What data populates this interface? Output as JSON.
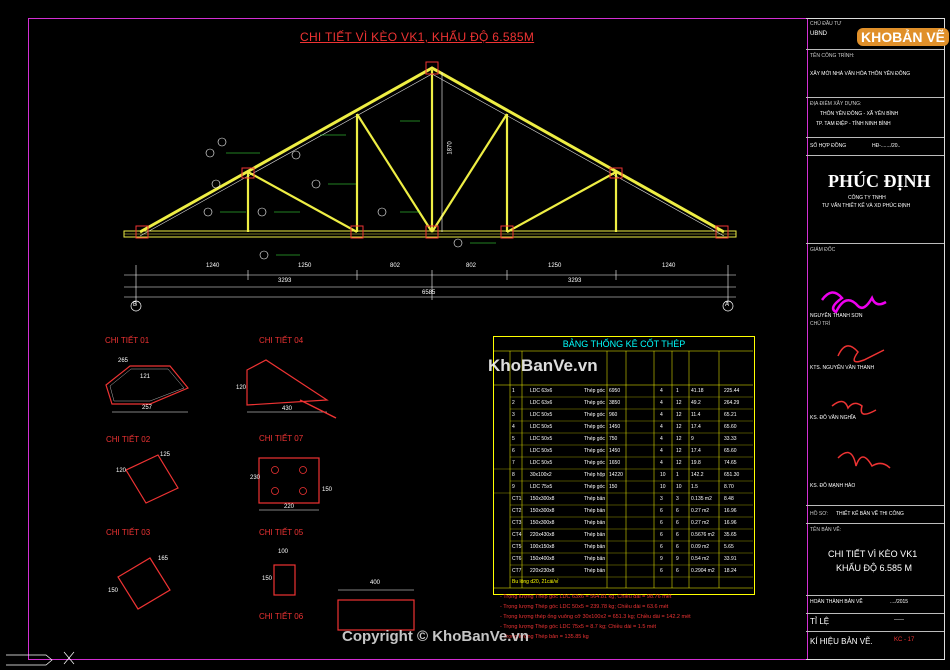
{
  "drawing": {
    "title": "CHI TIẾT VÌ KÈO VK1, KHẨU ĐỘ 6.585M",
    "dims_bottom": [
      "1240",
      "1250",
      "802",
      "802",
      "1250",
      "1240"
    ],
    "dims_half": [
      "3293",
      "3293"
    ],
    "dim_total": "6585",
    "dim_height": "1870",
    "axis_left": "B",
    "axis_right": "A"
  },
  "details": {
    "d01": "CHI TIẾT 01",
    "d02": "CHI TIẾT 02",
    "d03": "CHI TIẾT 03",
    "d04": "CHI TIẾT 04",
    "d05": "CHI TIẾT 05",
    "d06": "CHI TIẾT 06",
    "d07": "CHI TIẾT 07",
    "d01_dims": [
      "265",
      "121",
      "257"
    ],
    "d04_dims": [
      "120",
      "430"
    ],
    "d07_dims": [
      "230",
      "220",
      "150"
    ],
    "d03_dims": [
      "150",
      "165"
    ],
    "d05_dims": [
      "100",
      "150"
    ],
    "d06_dims": [
      "400"
    ],
    "d02_dims": [
      "120",
      "125"
    ]
  },
  "table": {
    "title": "BẢNG THỐNG KÊ CỐT THÉP",
    "rows": [
      {
        "no": "1",
        "name": "LDC 63x6",
        "kind": "Thép góc",
        "len": "6950",
        "n1": "4",
        "n2": "1",
        "val": "41.18",
        "w": "225.44"
      },
      {
        "no": "2",
        "name": "LDC 63x6",
        "kind": "Thép góc",
        "len": "3850",
        "n1": "4",
        "n2": "12",
        "val": "49.2",
        "w": "264.29"
      },
      {
        "no": "3",
        "name": "LDC 50x5",
        "kind": "Thép góc",
        "len": "960",
        "n1": "4",
        "n2": "12",
        "val": "11.4",
        "w": "65.21"
      },
      {
        "no": "4",
        "name": "LDC 50x5",
        "kind": "Thép góc",
        "len": "1450",
        "n1": "4",
        "n2": "12",
        "val": "17.4",
        "w": "65.60"
      },
      {
        "no": "5",
        "name": "LDC 50x5",
        "kind": "Thép góc",
        "len": "750",
        "n1": "4",
        "n2": "12",
        "val": "9",
        "w": "33.33"
      },
      {
        "no": "6",
        "name": "LDC 50x5",
        "kind": "Thép góc",
        "len": "1450",
        "n1": "4",
        "n2": "12",
        "val": "17.4",
        "w": "65.60"
      },
      {
        "no": "7",
        "name": "LDC 50x5",
        "kind": "Thép góc",
        "len": "1650",
        "n1": "4",
        "n2": "12",
        "val": "19.8",
        "w": "74.65"
      },
      {
        "no": "8",
        "name": "30x100x2",
        "kind": "Thép hộp",
        "len": "14220",
        "n1": "10",
        "n2": "1",
        "val": "142.2",
        "w": "651.30"
      },
      {
        "no": "9",
        "name": "LDC 75x5",
        "kind": "Thép góc",
        "len": "150",
        "n1": "10",
        "n2": "10",
        "val": "1.5",
        "w": "8.70"
      },
      {
        "no": "CT1",
        "name": "150x300x8",
        "kind": "Thép bản",
        "len": "",
        "n1": "3",
        "n2": "3",
        "val": "0.135 m2",
        "w": "8.48"
      },
      {
        "no": "CT2",
        "name": "150x300x8",
        "kind": "Thép bản",
        "len": "",
        "n1": "6",
        "n2": "6",
        "val": "0.27 m2",
        "w": "16.96"
      },
      {
        "no": "CT3",
        "name": "150x300x8",
        "kind": "Thép bản",
        "len": "",
        "n1": "6",
        "n2": "6",
        "val": "0.27 m2",
        "w": "16.96"
      },
      {
        "no": "CT4",
        "name": "220x430x8",
        "kind": "Thép bản",
        "len": "",
        "n1": "6",
        "n2": "6",
        "val": "0.5676 m2",
        "w": "35.65"
      },
      {
        "no": "CT5",
        "name": "100x150x8",
        "kind": "Thép bản",
        "len": "",
        "n1": "6",
        "n2": "6",
        "val": "0.09 m2",
        "w": "5.65"
      },
      {
        "no": "CT6",
        "name": "150x400x8",
        "kind": "Thép bản",
        "len": "",
        "n1": "9",
        "n2": "9",
        "val": "0.54 m2",
        "w": "33.91"
      },
      {
        "no": "CT7",
        "name": "220x230x8",
        "kind": "Thép bản",
        "len": "",
        "n1": "6",
        "n2": "6",
        "val": "0.2904 m2",
        "w": "18.24"
      }
    ],
    "extra": "Bu lông d20, 21cái/vỉ",
    "notes": [
      "- Trọng lượng Thép góc      LDC 63x6 =  564.81 kg; Chiều dài = 98.76 mét",
      "- Trọng lượng Thép góc      LDC 50x5 =  239.78 kg; Chiều dài = 63.6 mét",
      "- Trọng lượng thép ống vuông cỡ 30x100x2 =  651.3 kg; Chiều dài = 142.2 mét",
      "- Trọng lượng Thép góc      LDC 75x5 =  8.7 kg; Chiều dài = 1.5 mét",
      "- Trọng lượng Thép bản =  135.85 kg"
    ]
  },
  "titleblock": {
    "r1": "CHỦ ĐẦU TƯ",
    "r1v": "UBND",
    "r2": "TÊN CÔNG TRÌNH:",
    "r2v": "XÂY MỚI NHÀ VĂN HÓA THÔN YÊN ĐÔNG",
    "r3": "ĐỊA ĐIỂM XÂY DỰNG:",
    "r3v1": "THÔN YÊN ĐÔNG - XÃ YÊN BÌNH",
    "r3v2": "TP. TAM ĐIỆP - TỈNH NINH BÌNH",
    "r4": "SỐ HỢP ĐỒNG",
    "r4v": "HĐ-......./20..",
    "company": "PHÚC ĐỊNH",
    "company2": "CÔNG TY TNHH",
    "company3": "TƯ VẤN THIẾT KẾ VÀ XD PHÚC ĐỊNH",
    "gd": "GIÁM ĐỐC",
    "gd_name": "NGUYỄN THANH SƠN",
    "chutri": "CHỦ TRÌ",
    "kts": "KTS. NGUYỄN VĂN THANH",
    "chu_tri_kc": "KS. ĐỖ VĂN NGHĨA",
    "vebv": "KS. ĐỖ MẠNH HÀO",
    "hs": "HỒ SƠ:",
    "hsv": "THIẾT KẾ BẢN VẼ THI CÔNG",
    "tbv": "TÊN BẢN VẼ:",
    "drawing_name1": "CHI TIẾT VÌ KÈO VK1",
    "drawing_name2": "KHẨU ĐỘ 6.585 M",
    "date_label": "HOÀN THÀNH BẢN VẼ",
    "date_val": "..../2015",
    "scale_label": "TỈ LỆ",
    "scale_val": "-----",
    "code_label": "KÍ HIỆU BẢN VẼ.",
    "code_val": "KC - 17"
  },
  "watermark": {
    "logo_a": "KHO",
    "logo_b": "BẢN VẼ",
    "mid": "KhoBanVe.vn",
    "copy": "Copyright © KhoBanVe.vn"
  }
}
